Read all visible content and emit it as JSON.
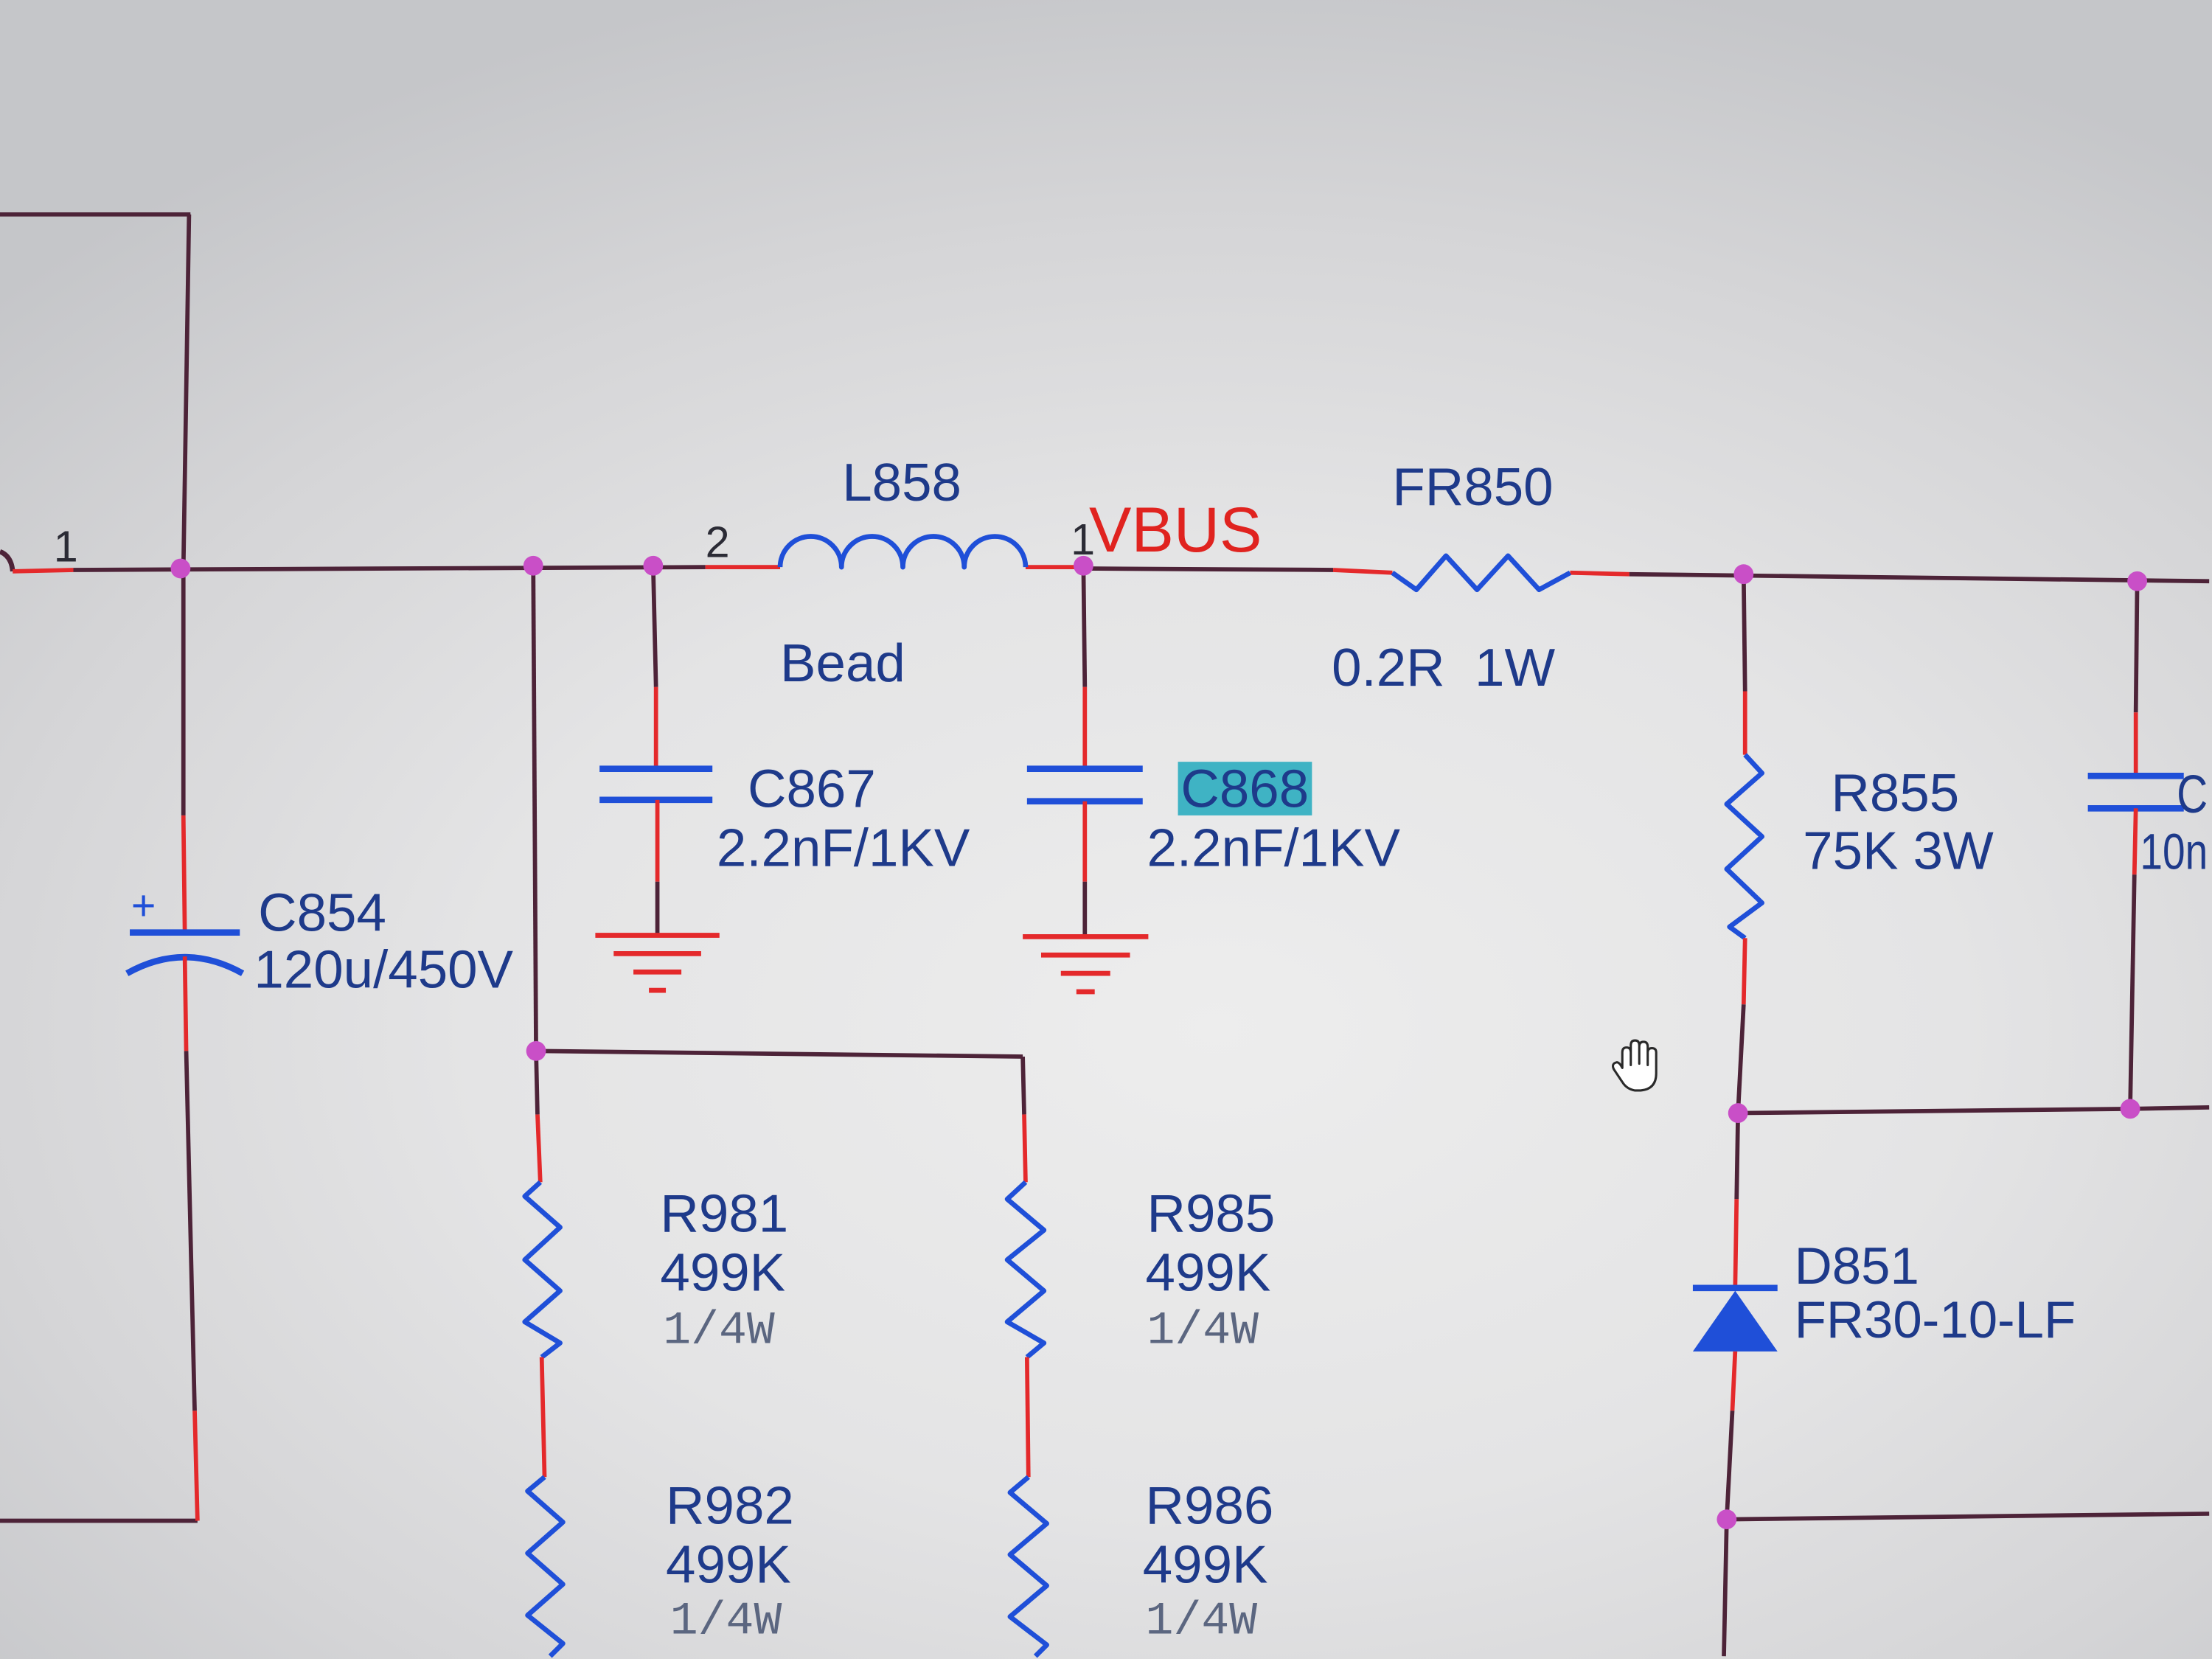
{
  "schematic": {
    "net_label": "VBUS",
    "connector": {
      "pin_number": "1"
    },
    "l858": {
      "ref": "L858",
      "value": "Bead",
      "pin_2": "2",
      "pin_1": "1"
    },
    "fr850": {
      "ref": "FR850",
      "value": "0.2R  1W"
    },
    "c854": {
      "ref": "C854",
      "value": "120u/450V",
      "polarity": "+"
    },
    "c867": {
      "ref": "C867",
      "value": "2.2nF/1KV"
    },
    "c868": {
      "ref": "C868",
      "value": "2.2nF/1KV",
      "selected": true
    },
    "r855": {
      "ref": "R855",
      "value": "75K 3W"
    },
    "c_right": {
      "ref": "C",
      "value": "10n"
    },
    "r981": {
      "ref": "R981",
      "value": "499K",
      "power": "1/4W"
    },
    "r985": {
      "ref": "R985",
      "value": "499K",
      "power": "1/4W"
    },
    "r982": {
      "ref": "R982",
      "value": "499K",
      "power": "1/4W"
    },
    "r986": {
      "ref": "R986",
      "value": "499K",
      "power": "1/4W"
    },
    "d851": {
      "ref": "D851",
      "value": "FR30-10-LF"
    }
  },
  "cursor": {
    "icon": "hand-cursor-icon"
  },
  "colors": {
    "wire": "#4d2338",
    "pin_stub": "#e4292b",
    "junction": "#c94fc7",
    "symbol": "#1f4fd8",
    "label_text": "#1e3a8a",
    "net_label": "#e0231f",
    "selection_highlight": "#3fb3c4",
    "power_rating_text": "#5b6680",
    "pin_number": "#2b2b35"
  }
}
